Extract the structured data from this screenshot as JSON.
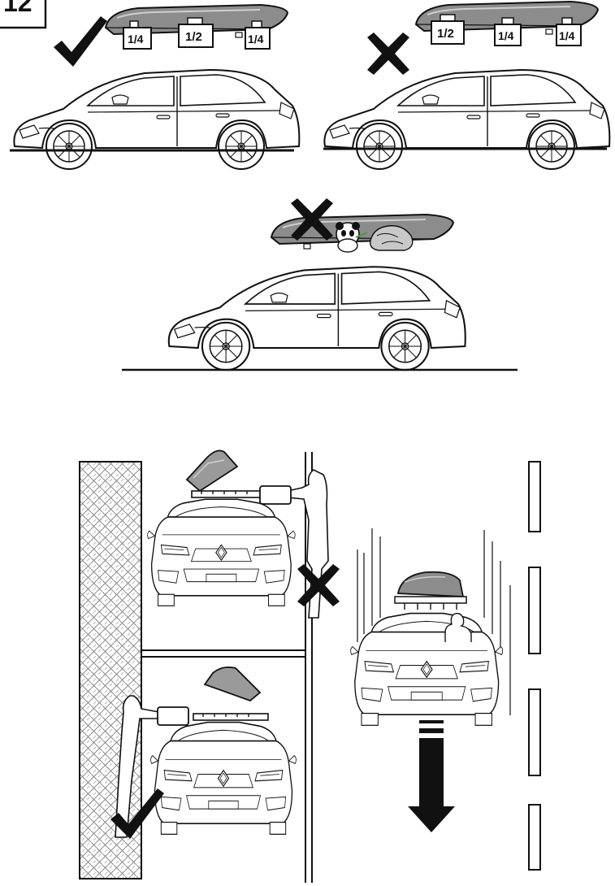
{
  "step": {
    "number": "12"
  },
  "panels": {
    "correct_load": {
      "verdict": "check",
      "loads": [
        "1/4",
        "1/2",
        "1/4"
      ]
    },
    "wrong_load": {
      "verdict": "cross",
      "loads": [
        "1/2",
        "1/4",
        "1/4"
      ]
    },
    "overloaded": {
      "verdict": "cross"
    },
    "street_wrong_side": {
      "verdict": "cross"
    },
    "street_sidewalk_side": {
      "verdict": "check"
    },
    "traffic": {
      "direction_icon": "down-arrow-icon"
    }
  },
  "colors": {
    "ink": "#111111",
    "box": "#8c8c8c",
    "box_light": "#bdbdbd",
    "wall_hatch": "#9a9a9a"
  }
}
